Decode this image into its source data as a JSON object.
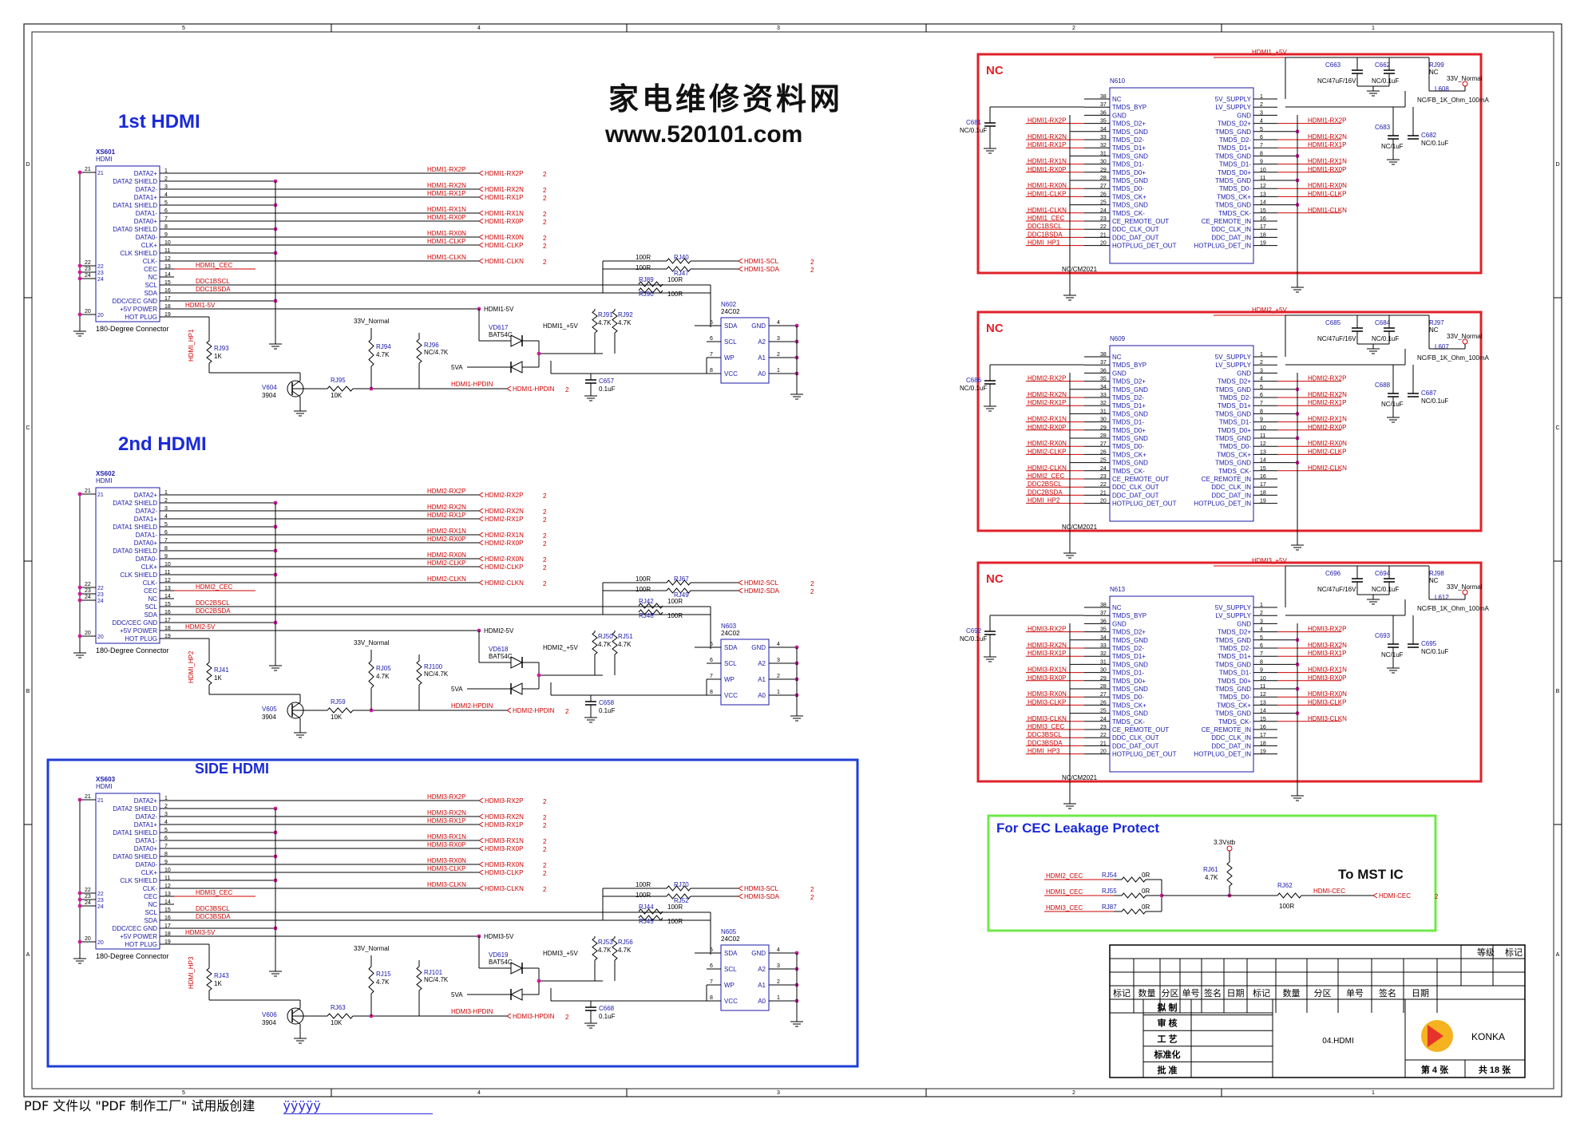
{
  "watermark": {
    "cn": "家电维修资料网",
    "url": "www.520101.com"
  },
  "sections": {
    "hdmi1": "1st HDMI",
    "hdmi2": "2nd HDMI",
    "hdmi3": "SIDE HDMI",
    "nc": "NC",
    "cec_title": "For CEC Leakage Protect",
    "to_mst": "To MST IC"
  },
  "border": {
    "top": [
      "5",
      "4",
      "3",
      "2",
      "1"
    ],
    "bottom": [
      "5",
      "4",
      "3",
      "2",
      "1"
    ],
    "left": [
      "D",
      "C",
      "B",
      "A"
    ],
    "right": [
      "D",
      "C",
      "B",
      "A"
    ]
  },
  "connector": {
    "pins": [
      {
        "n": "1",
        "label": "DATA2+"
      },
      {
        "n": "2",
        "label": "DATA2 SHIELD"
      },
      {
        "n": "3",
        "label": "DATA2-"
      },
      {
        "n": "4",
        "label": "DATA1+"
      },
      {
        "n": "5",
        "label": "DATA1 SHIELD"
      },
      {
        "n": "6",
        "label": "DATA1-"
      },
      {
        "n": "7",
        "label": "DATA0+"
      },
      {
        "n": "8",
        "label": "DATA0 SHIELD"
      },
      {
        "n": "9",
        "label": "DATA0-"
      },
      {
        "n": "10",
        "label": "CLK+"
      },
      {
        "n": "11",
        "label": "CLK SHIELD"
      },
      {
        "n": "12",
        "label": "CLK-"
      },
      {
        "n": "13",
        "label": "CEC"
      },
      {
        "n": "14",
        "label": "NC"
      },
      {
        "n": "15",
        "label": "SCL"
      },
      {
        "n": "16",
        "label": "SDA"
      },
      {
        "n": "17",
        "label": "DDC/CEC GND"
      },
      {
        "n": "18",
        "label": "+5V POWER"
      },
      {
        "n": "19",
        "label": "HOT PLUG"
      }
    ],
    "left_pins": [
      "21",
      "22",
      "23",
      "24",
      "20"
    ],
    "type": "HDMI",
    "caption": "180-Degree Connector"
  },
  "hdmi_blocks": [
    {
      "ref": "XS601",
      "nets": [
        "HDMI1-RX2P",
        "HDMI1-RX2N",
        "HDMI1-RX1P",
        "HDMI1-RX1N",
        "HDMI1-RX0P",
        "HDMI1-RX0N",
        "HDMI1-CLKP",
        "HDMI1-CLKN"
      ],
      "cec": "HDMI1_CEC",
      "scl_net": "DDC1BSCL",
      "sda_net": "DDC1BSDA",
      "p5v": "HDMI1-5V",
      "hp": "HDMI_HP1",
      "scl": "HDMI1-SCL",
      "sda": "HDMI1-SDA",
      "hpdin": "HDMI1-HPDIN",
      "p5v_net": "HDMI1_+5V",
      "page": "2",
      "eeprom": "N602",
      "eeprom_part": "24C02",
      "diode": "VD617",
      "diode_part": "BAT54C",
      "transistor": "V604",
      "transistor_part": "3904",
      "cap": "C657",
      "cap_val": "0.1uF",
      "r_scl": "RJ40",
      "r_sda": "RJ47",
      "r_100a": "RJ89",
      "r_100b": "RJ90",
      "r_pu1": "RJ91",
      "r_pu2": "RJ92",
      "r_hp": "RJ93",
      "r_base": "RJ95",
      "r_col": "RJ94",
      "r_nc": "RJ96",
      "v_100": "100R",
      "v_47k": "4.7K",
      "v_1k": "1K",
      "v_10k": "10K",
      "v_nc": "NC/4.7K",
      "v_33": "33V_Normal",
      "v_5va": "5VA"
    },
    {
      "ref": "XS602",
      "nets": [
        "HDMI2-RX2P",
        "HDMI2-RX2N",
        "HDMI2-RX1P",
        "HDMI2-RX1N",
        "HDMI2-RX0P",
        "HDMI2-RX0N",
        "HDMI2-CLKP",
        "HDMI2-CLKN"
      ],
      "cec": "HDMI2_CEC",
      "scl_net": "DDC2BSCL",
      "sda_net": "DDC2BSDA",
      "p5v": "HDMI2-5V",
      "hp": "HDMI_HP2",
      "scl": "HDMI2-SCL",
      "sda": "HDMI2-SDA",
      "hpdin": "HDMI2-HPDIN",
      "p5v_net": "HDMI2_+5V",
      "page": "2",
      "eeprom": "N603",
      "eeprom_part": "24C02",
      "diode": "VD618",
      "diode_part": "BAT54C",
      "transistor": "V605",
      "transistor_part": "3904",
      "cap": "C658",
      "cap_val": "0.1uF",
      "r_scl": "RJ67",
      "r_sda": "RJ49",
      "r_100a": "RJ42",
      "r_100b": "RJ48",
      "r_pu1": "RJ50",
      "r_pu2": "RJ51",
      "r_hp": "RJ41",
      "r_base": "RJ59",
      "r_col": "RJ05",
      "r_nc": "RJ100",
      "v_100": "100R",
      "v_47k": "4.7K",
      "v_1k": "1K",
      "v_10k": "10K",
      "v_nc": "NC/4.7K",
      "v_33": "33V_Normal",
      "v_5va": "5VA"
    },
    {
      "ref": "XS603",
      "nets": [
        "HDMI3-RX2P",
        "HDMI3-RX2N",
        "HDMI3-RX1P",
        "HDMI3-RX1N",
        "HDMI3-RX0P",
        "HDMI3-RX0N",
        "HDMI3-CLKP",
        "HDMI3-CLKN"
      ],
      "cec": "HDMI3_CEC",
      "scl_net": "DDC3BSCL",
      "sda_net": "DDC3BSDA",
      "p5v": "HDMI3-5V",
      "hp": "HDMI_HP3",
      "scl": "HDMI3-SCL",
      "sda": "HDMI3-SDA",
      "hpdin": "HDMI3-HPDIN",
      "p5v_net": "HDMI3_+5V",
      "page": "2",
      "eeprom": "N605",
      "eeprom_part": "24C02",
      "diode": "VD619",
      "diode_part": "BAT54C",
      "transistor": "V606",
      "transistor_part": "3904",
      "cap": "C668",
      "cap_val": "0.1uF",
      "r_scl": "RJ70",
      "r_sda": "RJ52",
      "r_100a": "RJ44",
      "r_100b": "RJ45",
      "r_pu1": "RJ53",
      "r_pu2": "RJ56",
      "r_hp": "RJ43",
      "r_base": "RJ63",
      "r_col": "RJ15",
      "r_nc": "RJ101",
      "v_100": "100R",
      "v_47k": "4.7K",
      "v_1k": "1K",
      "v_10k": "10K",
      "v_nc": "NC/4.7K",
      "v_33": "33V_Normal",
      "v_5va": "5VA"
    }
  ],
  "eeprom_pins": {
    "left": [
      "SDA",
      "SCL",
      "WP",
      "VCC"
    ],
    "right": [
      "GND",
      "A2",
      "A1",
      "A0"
    ],
    "ln": [
      "5",
      "6",
      "7",
      "8"
    ],
    "rn": [
      "4",
      "3",
      "2",
      "1"
    ]
  },
  "nc_chip": {
    "part": "NC/CM2021",
    "left": [
      {
        "n": "38",
        "t": "NC"
      },
      {
        "n": "37",
        "t": "TMDS_BYP"
      },
      {
        "n": "36",
        "t": "GND"
      },
      {
        "n": "35",
        "t": "TMDS_D2+"
      },
      {
        "n": "34",
        "t": "TMDS_GND"
      },
      {
        "n": "33",
        "t": "TMDS_D2-"
      },
      {
        "n": "32",
        "t": "TMDS_D1+"
      },
      {
        "n": "31",
        "t": "TMDS_GND"
      },
      {
        "n": "30",
        "t": "TMDS_D1-"
      },
      {
        "n": "29",
        "t": "TMDS_D0+"
      },
      {
        "n": "28",
        "t": "TMDS_GND"
      },
      {
        "n": "27",
        "t": "TMDS_D0-"
      },
      {
        "n": "26",
        "t": "TMDS_CK+"
      },
      {
        "n": "25",
        "t": "TMDS_GND"
      },
      {
        "n": "24",
        "t": "TMDS_CK-"
      },
      {
        "n": "23",
        "t": "CE_REMOTE_OUT"
      },
      {
        "n": "22",
        "t": "DDC_CLK_OUT"
      },
      {
        "n": "21",
        "t": "DDC_DAT_OUT"
      },
      {
        "n": "20",
        "t": "HOTPLUG_DET_OUT"
      }
    ],
    "right": [
      {
        "n": "1",
        "t": "5V_SUPPLY"
      },
      {
        "n": "2",
        "t": "LV_SUPPLY"
      },
      {
        "n": "3",
        "t": "GND"
      },
      {
        "n": "4",
        "t": "TMDS_D2+"
      },
      {
        "n": "5",
        "t": "TMDS_GND"
      },
      {
        "n": "6",
        "t": "TMDS_D2-"
      },
      {
        "n": "7",
        "t": "TMDS_D1+"
      },
      {
        "n": "8",
        "t": "TMDS_GND"
      },
      {
        "n": "9",
        "t": "TMDS_D1-"
      },
      {
        "n": "10",
        "t": "TMDS_D0+"
      },
      {
        "n": "11",
        "t": "TMDS_GND"
      },
      {
        "n": "12",
        "t": "TMDS_D0-"
      },
      {
        "n": "13",
        "t": "TMDS_CK+"
      },
      {
        "n": "14",
        "t": "TMDS_GND"
      },
      {
        "n": "15",
        "t": "TMDS_CK-"
      },
      {
        "n": "16",
        "t": "CE_REMOTE_IN"
      },
      {
        "n": "17",
        "t": "DDC_CLK_IN"
      },
      {
        "n": "18",
        "t": "DDC_DAT_IN"
      },
      {
        "n": "19",
        "t": "HOTPLUG_DET_IN"
      }
    ],
    "blocks": [
      {
        "ref": "N610",
        "p5v": "HDMI1_+5V",
        "pre": "HDMI1",
        "cec": "HDMI1_CEC",
        "scl": "DDC1BSCL",
        "sda": "DDC1BSDA",
        "hp": "HDMI_HP1",
        "c1": "C663",
        "c2": "C662",
        "rj": "RJ99",
        "l": "L608",
        "c3": "C683",
        "c4": "C682",
        "c5": "C681"
      },
      {
        "ref": "N609",
        "p5v": "HDMI2_+5V",
        "pre": "HDMI2",
        "cec": "HDMI2_CEC",
        "scl": "DDC2BSCL",
        "sda": "DDC2BSDA",
        "hp": "HDMI_HP2",
        "c1": "C685",
        "c2": "C684",
        "rj": "RJ97",
        "l": "L607",
        "c3": "C688",
        "c4": "C687",
        "c5": "C686"
      },
      {
        "ref": "N613",
        "p5v": "HDMI3_+5V",
        "pre": "HDMI3",
        "cec": "HDMI3_CEC",
        "scl": "DDC3BSCL",
        "sda": "DDC3BSDA",
        "hp": "HDMI_HP3",
        "c1": "C696",
        "c2": "C694",
        "rj": "RJ98",
        "l": "L612",
        "c3": "C693",
        "c4": "C695",
        "c5": "C692"
      }
    ],
    "val_cap_big": "NC/47uF/16V",
    "val_cap": "NC/0.1uF",
    "val_cap_small": "NC/1uF",
    "val_nc": "NC",
    "val_l": "NC/FB_1K_Ohm_100mA",
    "val_33": "33V_Normal"
  },
  "cec": {
    "vstb": "3.3Vstb",
    "r61": "RJ61",
    "r61_val": "4.7K",
    "r62": "RJ62",
    "r62_val": "100R",
    "out_net": "HDMI-CEC",
    "out_label": "HDMI-CEC",
    "page": "2",
    "inputs": [
      {
        "net": "HDMI2_CEC",
        "r": "RJ54",
        "v": "0R"
      },
      {
        "net": "HDMI1_CEC",
        "r": "RJ55",
        "v": "0R"
      },
      {
        "net": "HDMI3_CEC",
        "r": "RJ87",
        "v": "0R"
      }
    ]
  },
  "title_block": {
    "level": "等级",
    "mark": "标记",
    "headers": [
      "标记",
      "数量",
      "分区",
      "单号",
      "签名",
      "日期",
      "标记",
      "数量",
      "分区",
      "单号",
      "签名",
      "日期"
    ],
    "rows": [
      "拟  制",
      "审  核",
      "工  艺",
      "标准化",
      "批  准"
    ],
    "drawing": "04.HDMI",
    "brand": "KONKA",
    "sheet": "第 4 张",
    "total": "共 18 张"
  },
  "footer": {
    "text": "PDF 文件以 \"PDF 制作工厂\" 试用版创建",
    "link": "ÿÿÿÿÿ"
  },
  "colors": {
    "net": "#cc0000",
    "wire": "#000000",
    "junction": "#cc1d9a",
    "part": "#1a1aaa",
    "nc_frame": "#e0212a",
    "side_frame": "#1f3fd6",
    "cec_frame": "#6fe84a",
    "heading": "#1a2ad8"
  }
}
